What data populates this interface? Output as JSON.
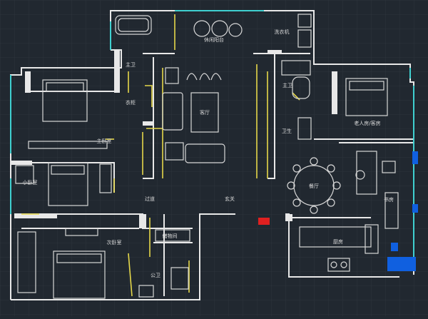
{
  "colors": {
    "background": "#212830",
    "grid": "#2d343c",
    "wall": "#e8e8e8",
    "furniture": "#d8d8d8",
    "door_yellow": "#e6d84a",
    "window_cyan": "#3fd0d0",
    "label": "#dcdcdc",
    "marker_red": "#e02020",
    "marker_blue": "#1060e0"
  },
  "rooms": {
    "balcony": "休闲阳台",
    "laundry": "洗衣机",
    "bath_top_left": "主卫",
    "closet_left": "衣柜",
    "bedroom_master": "主卧室",
    "living_room": "客厅",
    "bath_right": "主卫",
    "bedroom_right": "老人房/客房",
    "bath_right_small": "卫生",
    "bedroom_left_mid": "小卧室",
    "restaurant": "餐厅",
    "study": "书房",
    "corridor": "过道",
    "entrance": "玄关",
    "bedroom_bottom_left": "次卧室",
    "storage": "储物间",
    "wc": "公卫",
    "kitchen": "厨房"
  }
}
